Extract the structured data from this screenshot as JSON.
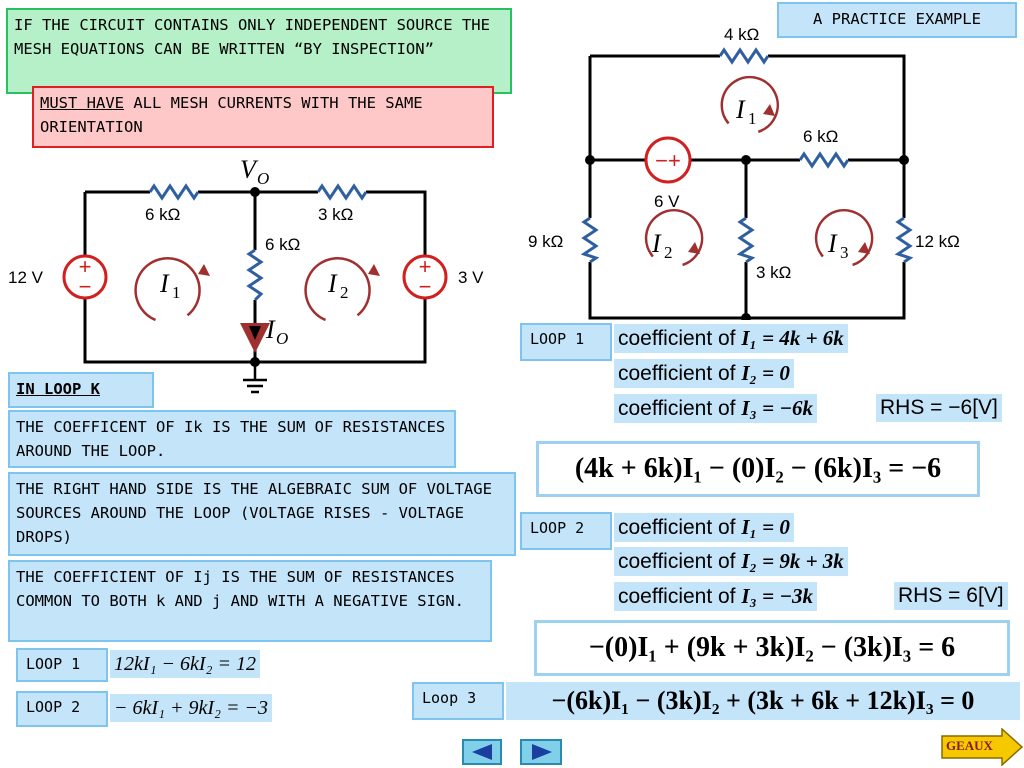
{
  "intro": {
    "inspection_note": "IF THE CIRCUIT CONTAINS ONLY INDEPENDENT SOURCE THE MESH EQUATIONS CAN BE WRITTEN “BY INSPECTION”",
    "must_have_underlined": "MUST HAVE",
    "must_have_rest": " ALL MESH CURRENTS WITH THE SAME ORIENTATION"
  },
  "practice_title": "A PRACTICE EXAMPLE",
  "left_circuit": {
    "node_voltage": "V",
    "node_voltage_sub": "O",
    "r1": "6 kΩ",
    "r2": "3 kΩ",
    "r3": "6 kΩ",
    "v_left": "12 V",
    "v_right": "3 V",
    "mesh1": "I",
    "mesh1_sub": "1",
    "mesh2": "I",
    "mesh2_sub": "2",
    "io": "I",
    "io_sub": "O",
    "plus": "+",
    "minus": "−"
  },
  "right_circuit": {
    "r_top": "4 kΩ",
    "r_mid": "6 kΩ",
    "r_left": "9 kΩ",
    "r_center": "3 kΩ",
    "r_right": "12 kΩ",
    "source": "6 V",
    "source_signs": "−+",
    "mesh1": "I",
    "mesh1_sub": "1",
    "mesh2": "I",
    "mesh2_sub": "2",
    "mesh3": "I",
    "mesh3_sub": "3"
  },
  "rules": {
    "heading": "IN LOOP K",
    "rule1": "THE COEFFICENT OF Ik IS THE SUM OF RESISTANCES AROUND THE LOOP.",
    "rule2": "THE RIGHT HAND SIDE IS THE ALGEBRAIC SUM OF  VOLTAGE SOURCES AROUND THE LOOP (VOLTAGE RISES - VOLTAGE DROPS)",
    "rule3": "THE COEFFICIENT OF Ij IS THE SUM OF RESISTANCES COMMON TO BOTH k AND j AND WITH A NEGATIVE SIGN."
  },
  "left_loops": [
    {
      "label": "LOOP 1",
      "equation": "12kI₁ − 6kI₂ = 12"
    },
    {
      "label": "LOOP 2",
      "equation": "− 6kI₁ + 9kI₂ = −3"
    }
  ],
  "loop1": {
    "label": "LOOP 1",
    "coef_text": "coefficient of",
    "c1": "I₁ = 4k + 6k",
    "c2": "I₂ = 0",
    "c3": "I₃ = −6k",
    "rhs": "RHS = −6[V]",
    "equation": "(4k + 6k)I₁ − (0)I₂ − (6k)I₃ = −6"
  },
  "loop2": {
    "label": "LOOP 2",
    "coef_text": "coefficient of",
    "c1": "I₁ = 0",
    "c2": "I₂ = 9k + 3k",
    "c3": "I₃ = −3k",
    "rhs": "RHS = 6[V]",
    "equation": "−(0)I₁ + (9k + 3k)I₂ − (3k)I₃ = 6"
  },
  "loop3": {
    "label": "Loop 3",
    "equation": "−(6k)I₁ − (3k)I₂ + (3k + 6k + 12k)I₃ = 0"
  },
  "nav": {
    "next_label": "GEAUX"
  }
}
